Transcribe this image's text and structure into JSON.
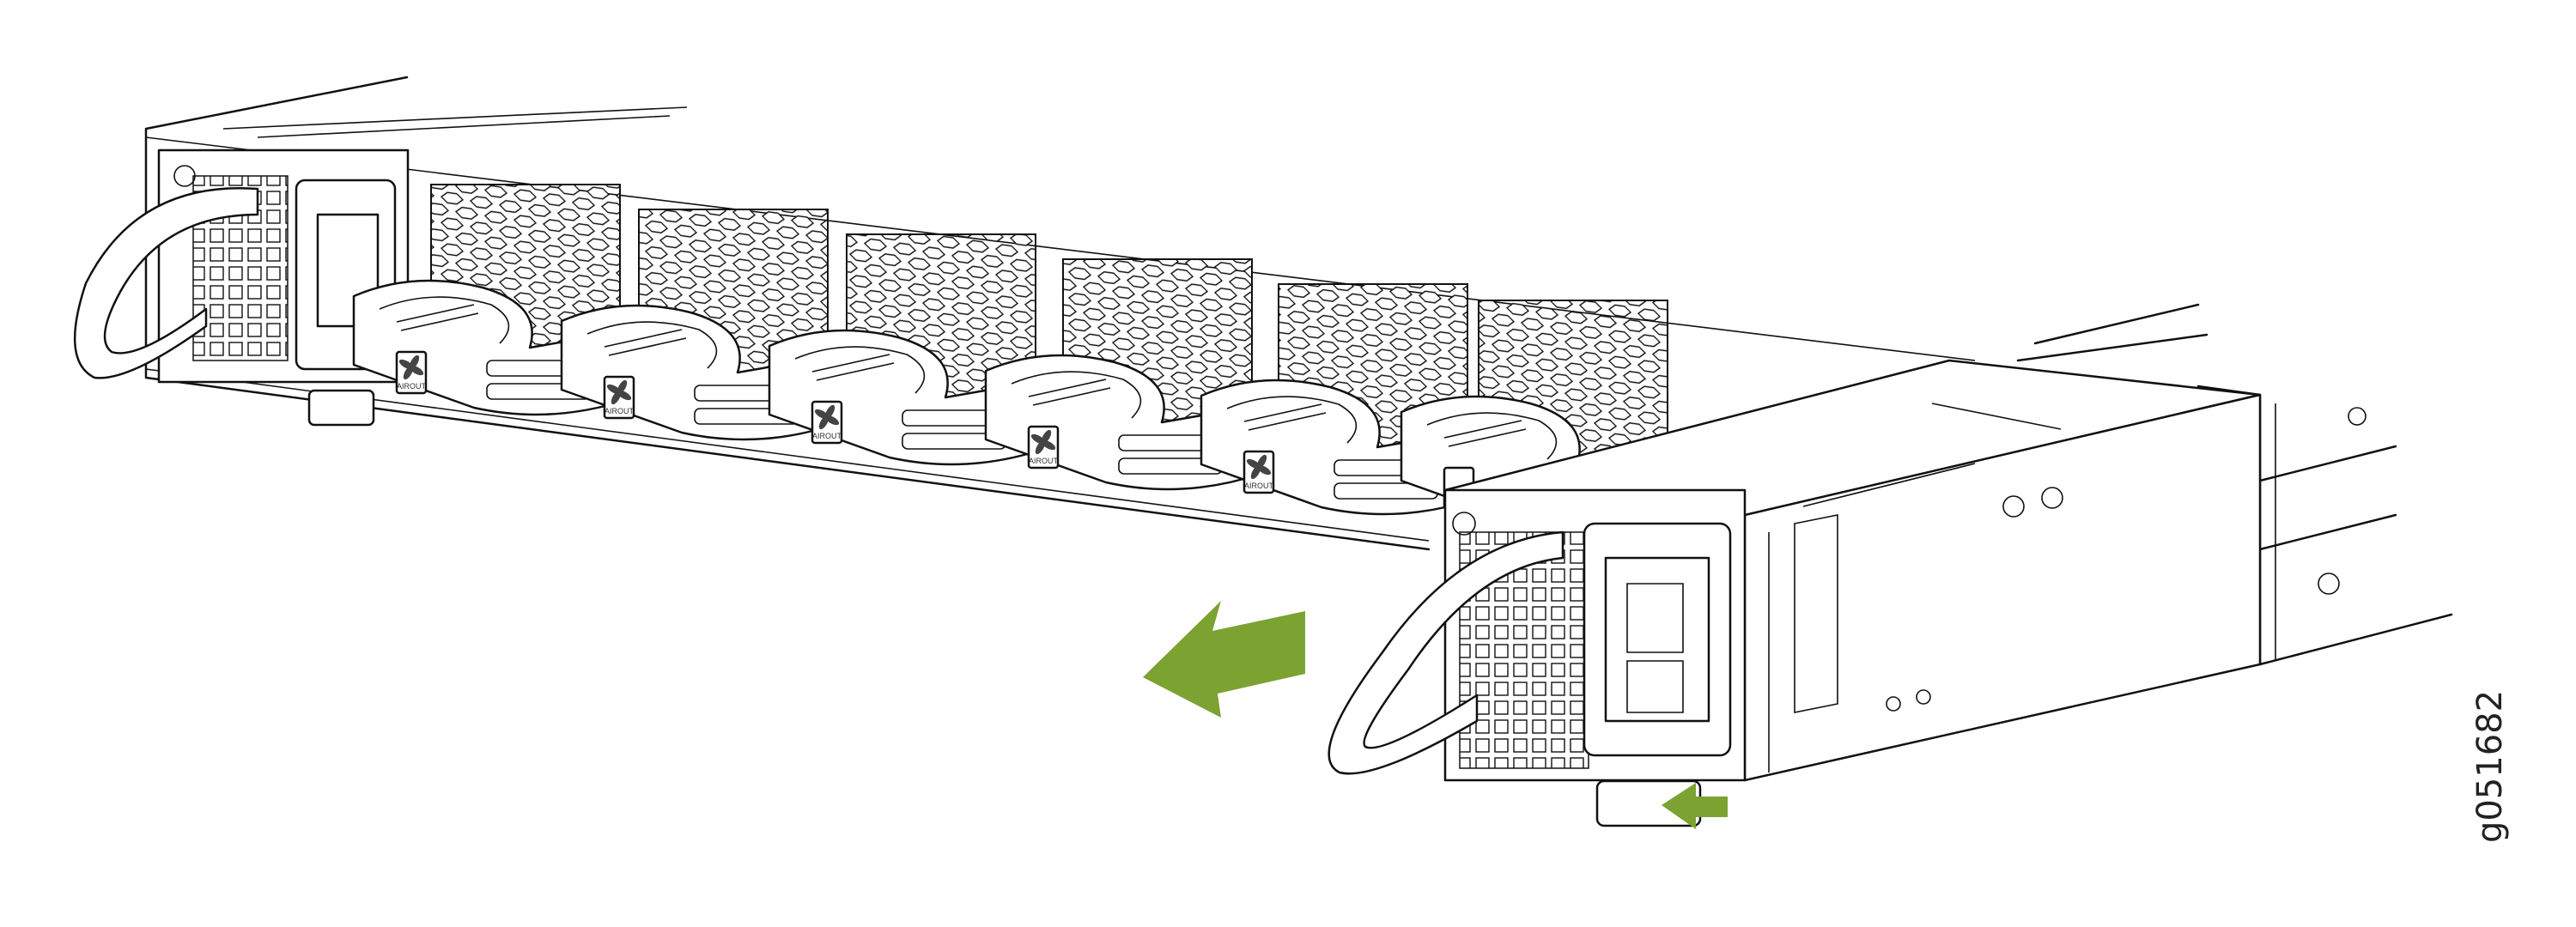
{
  "figure": {
    "id": "g051682",
    "fan_label": "AIROUT",
    "accent_color": "#7ca232",
    "line_color": "#111111",
    "fan_module_count_visible": 6,
    "icons": [
      "fan-icon",
      "removal-arrow-icon",
      "latch-press-arrow-icon"
    ]
  }
}
